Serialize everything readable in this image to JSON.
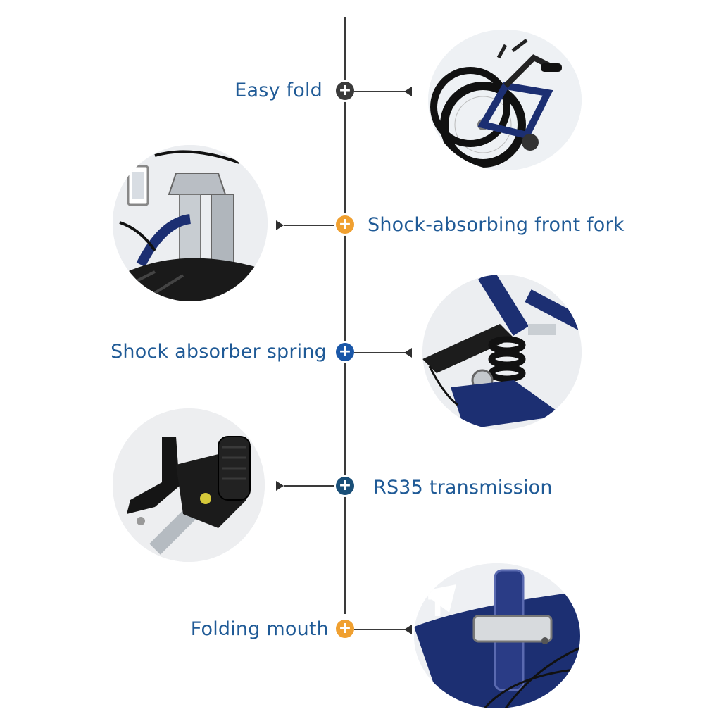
{
  "features": [
    {
      "label": "Easy fold",
      "node_color": "#3b3b3b",
      "icon": "bicycle-folded-photo"
    },
    {
      "label": "Shock-absorbing front fork",
      "node_color": "#f0a030",
      "icon": "front-fork-photo"
    },
    {
      "label": "Shock absorber spring",
      "node_color": "#1a57a8",
      "icon": "shock-spring-photo"
    },
    {
      "label": "RS35 transmission",
      "node_color": "#1a4f78",
      "icon": "gear-shifter-photo"
    },
    {
      "label": "Folding mouth",
      "node_color": "#f0a030",
      "icon": "folding-hinge-photo"
    }
  ],
  "colors": {
    "label_text": "#1f5a96",
    "frame_blue": "#1c2f72",
    "line": "#3a3a3a"
  }
}
